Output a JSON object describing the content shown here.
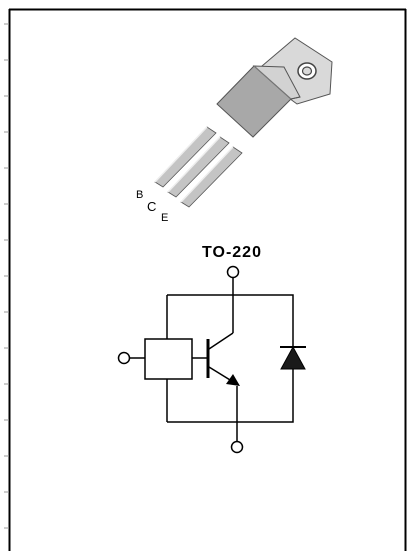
{
  "package": {
    "name": "TO-220",
    "pins": [
      "B",
      "C",
      "E"
    ]
  },
  "colors": {
    "frame": "#000000",
    "lead": "#bdbdbd",
    "body_front": "#a8a8a8",
    "body_side": "#d2d2d2",
    "tab": "#d9d9d9",
    "diode_fill": "#1a1a1a"
  },
  "symbol": {
    "type": "NPN transistor with base resistor and collector-emitter diode",
    "terminals": [
      "collector",
      "base",
      "emitter"
    ]
  }
}
